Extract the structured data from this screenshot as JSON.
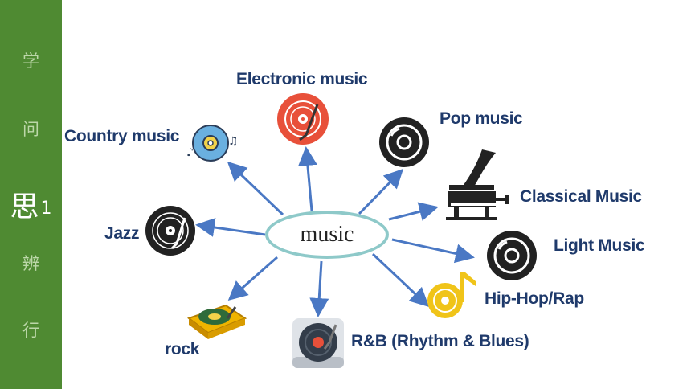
{
  "sidebar": {
    "items": [
      {
        "label": "学"
      },
      {
        "label": "问"
      },
      {
        "label": "思",
        "suffix": "1"
      },
      {
        "label": "辨"
      },
      {
        "label": "行"
      }
    ]
  },
  "diagram": {
    "center": "music",
    "genres": [
      {
        "label": "Electronic  music",
        "icon": "vinyl-record-icon"
      },
      {
        "label": "Country music",
        "icon": "cd-music-icon"
      },
      {
        "label": "Pop music",
        "icon": "disc-icon"
      },
      {
        "label": "Classical Music",
        "icon": "gramophone-icon"
      },
      {
        "label": "Light Music",
        "icon": "disc-icon"
      },
      {
        "label": "Hip-Hop/Rap",
        "icon": "music-note-disc-icon"
      },
      {
        "label": "R&B (Rhythm & Blues)",
        "icon": "turntable-icon"
      },
      {
        "label": "rock",
        "icon": "turntable-icon"
      },
      {
        "label": "Jazz",
        "icon": "vinyl-record-icon"
      }
    ]
  },
  "colors": {
    "sidebar": "#4f8a32",
    "label": "#1f3a6b",
    "arrow": "#4a78c4",
    "ellipse_border": "#8ec9c9"
  }
}
